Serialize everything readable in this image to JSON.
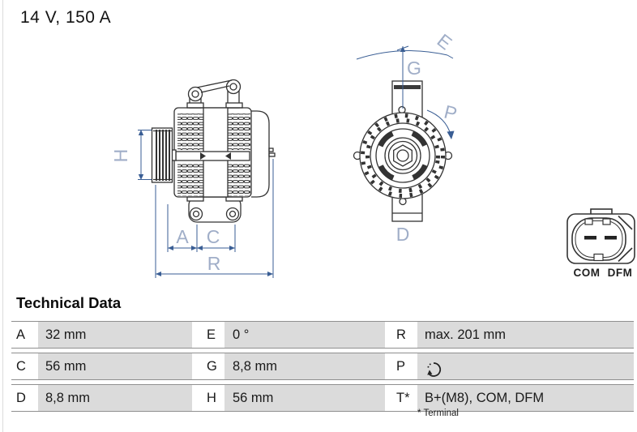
{
  "title": "14 V, 150 A",
  "diagram": {
    "labels": {
      "H": "H",
      "A": "A",
      "C": "C",
      "R": "R",
      "E": "E",
      "G": "G",
      "P": "P",
      "D": "D"
    },
    "connector": {
      "labels": [
        "COM",
        "DFM"
      ]
    },
    "colors": {
      "dimension_blue": "#3a5e94",
      "dimension_label_blue": "#a0aec8",
      "drawing_line": "#333333",
      "table_cell_gray": "#dbdbdb",
      "table_rule_gray": "#8f8f8f"
    }
  },
  "table": {
    "heading": "Technical Data",
    "rows": [
      [
        {
          "key": "A",
          "value": "32 mm"
        },
        {
          "key": "E",
          "value": "0 °"
        },
        {
          "key": "R",
          "value": "max. 201 mm"
        }
      ],
      [
        {
          "key": "C",
          "value": "56 mm"
        },
        {
          "key": "G",
          "value": "8,8 mm"
        },
        {
          "key": "P",
          "value": "",
          "value_icon": "rotation-ccw-icon"
        }
      ],
      [
        {
          "key": "D",
          "value": "8,8 mm"
        },
        {
          "key": "H",
          "value": "56 mm"
        },
        {
          "key": "T*",
          "value": "B+(M8), COM, DFM"
        }
      ]
    ],
    "footnote": "* Terminal"
  }
}
